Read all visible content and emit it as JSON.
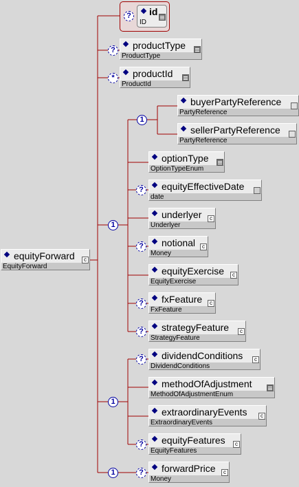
{
  "root": {
    "name": "equityForward",
    "type": "EquityForward"
  },
  "nodes": {
    "id": {
      "name": "id",
      "type": "ID"
    },
    "productType": {
      "name": "productType",
      "type": "ProductType"
    },
    "productId": {
      "name": "productId",
      "type": "ProductId"
    },
    "buyerPartyReference": {
      "name": "buyerPartyReference",
      "type": "PartyReference"
    },
    "sellerPartyReference": {
      "name": "sellerPartyReference",
      "type": "PartyReference"
    },
    "optionType": {
      "name": "optionType",
      "type": "OptionTypeEnum"
    },
    "equityEffectiveDate": {
      "name": "equityEffectiveDate",
      "type": "date"
    },
    "underlyer": {
      "name": "underlyer",
      "type": "Underlyer"
    },
    "notional": {
      "name": "notional",
      "type": "Money"
    },
    "equityExercise": {
      "name": "equityExercise",
      "type": "EquityExercise"
    },
    "fxFeature": {
      "name": "fxFeature",
      "type": "FxFeature"
    },
    "strategyFeature": {
      "name": "strategyFeature",
      "type": "StrategyFeature"
    },
    "dividendConditions": {
      "name": "dividendConditions",
      "type": "DividendConditions"
    },
    "methodOfAdjustment": {
      "name": "methodOfAdjustment",
      "type": "MethodOfAdjustmentEnum"
    },
    "extraordinaryEvents": {
      "name": "extraordinaryEvents",
      "type": "ExtraordinaryEvents"
    },
    "equityFeatures": {
      "name": "equityFeatures",
      "type": "EquityFeatures"
    },
    "forwardPrice": {
      "name": "forwardPrice",
      "type": "Money"
    }
  },
  "cardinality": {
    "optional": "?",
    "one_or_more": "*",
    "one": "1"
  },
  "colors": {
    "connector": "#a00000",
    "compositor": "#0000a0",
    "diamond": "#000080"
  }
}
